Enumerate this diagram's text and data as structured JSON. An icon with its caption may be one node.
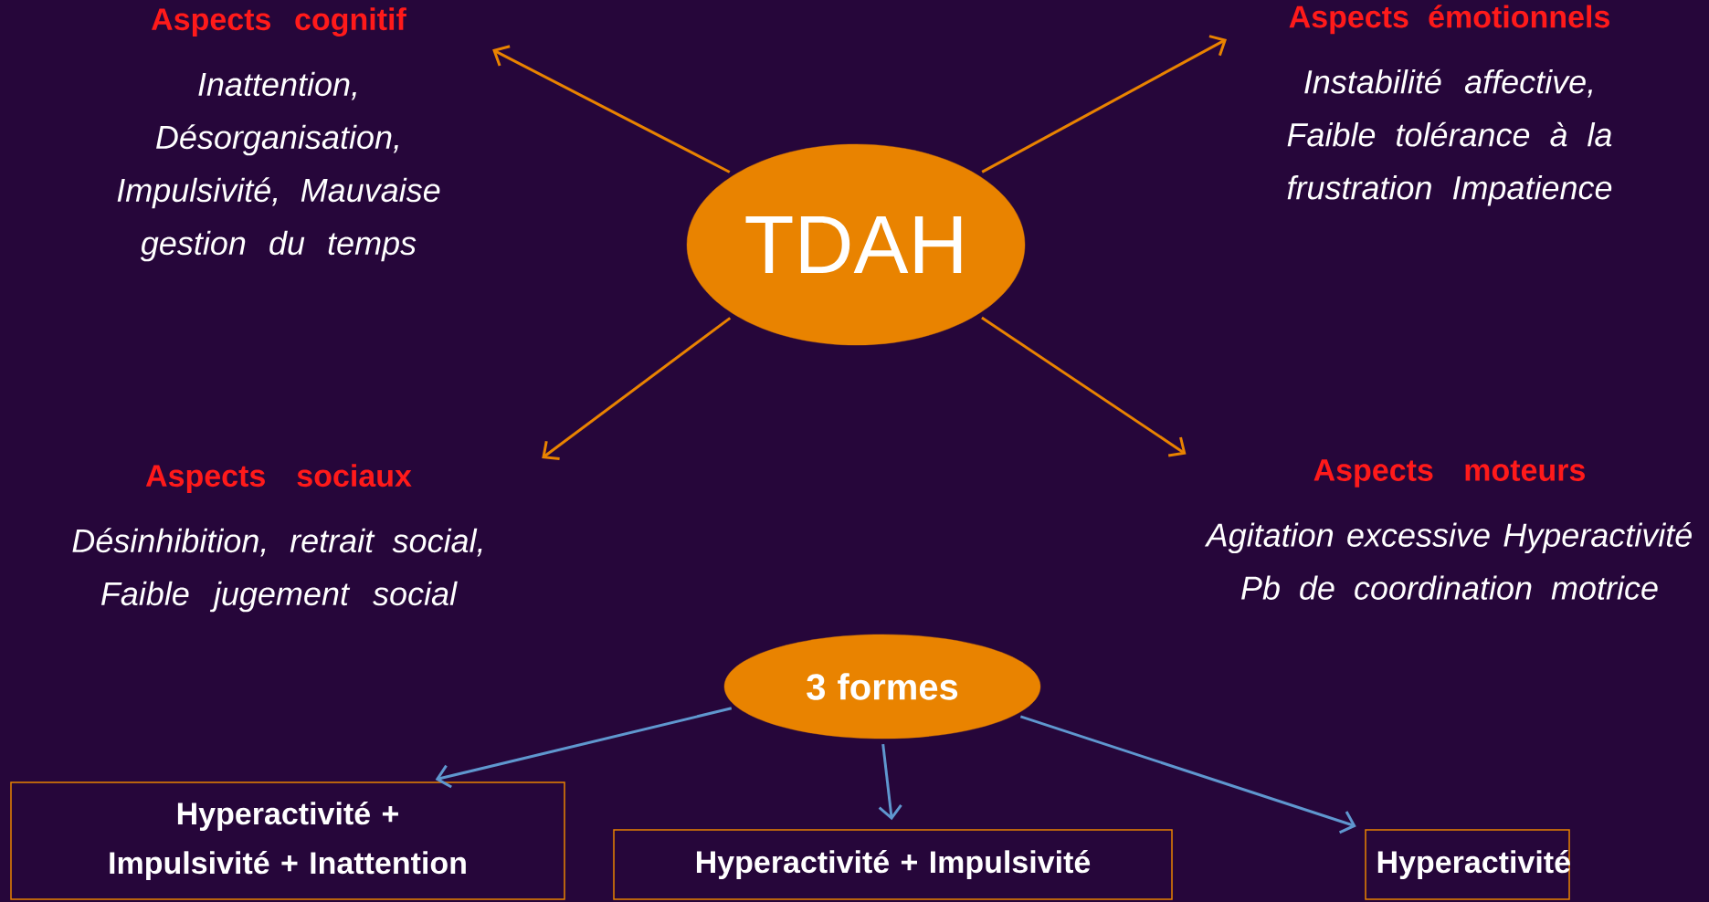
{
  "diagram": {
    "nodes": [
      {
        "text": [
          "TDAH"
        ]
      },
      {
        "text": [
          "Aspects cognitif",
          "Inattention, Désorganisation, Impulsivité, Mauvaise gestion du temps"
        ]
      },
      {
        "text": [
          "Aspects émotionnels",
          "Instabilité affective, Faible tolérance à la frustration Impatience"
        ]
      },
      {
        "text": [
          "Aspects sociaux",
          "Désinhibition, retrait social, Faible jugement social"
        ]
      },
      {
        "text": [
          "Aspects moteurs",
          "Agitation excessive Hyperactivité Pb de coordination motrice"
        ]
      },
      {
        "text": [
          "3 formes"
        ]
      },
      {
        "text": [
          "Hyperactivité + Impulsivité + Inattention"
        ]
      },
      {
        "text": [
          "Hyperactivité + Impulsivité"
        ]
      },
      {
        "text": [
          "Hyperactivité"
        ]
      }
    ],
    "edges": [
      {
        "from": 0,
        "to": 1,
        "arrow": "to"
      },
      {
        "from": 0,
        "to": 2,
        "arrow": "to"
      },
      {
        "from": 0,
        "to": 3,
        "arrow": "to"
      },
      {
        "from": 0,
        "to": 4,
        "arrow": "to"
      },
      {
        "from": 5,
        "to": 6,
        "arrow": "to",
        "color": "#5f97cf"
      },
      {
        "from": 5,
        "to": 7,
        "arrow": "to",
        "color": "#5f97cf"
      },
      {
        "from": 5,
        "to": 8,
        "arrow": "to",
        "color": "#5f97cf"
      }
    ]
  }
}
